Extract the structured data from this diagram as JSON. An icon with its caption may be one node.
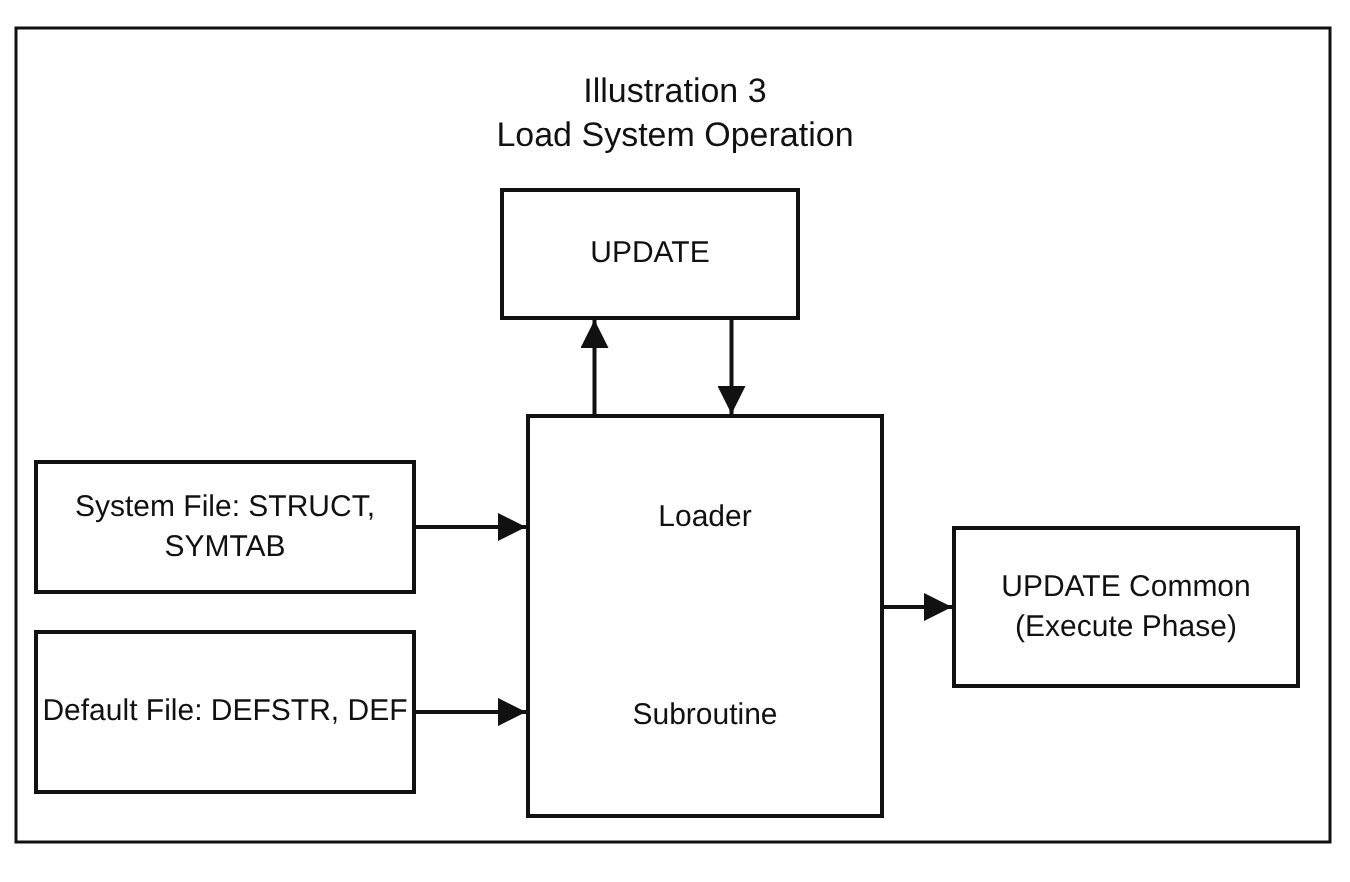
{
  "diagram": {
    "title": "Illustration 3",
    "nodes": [
      {
        "text": [
          "UPDATE"
        ]
      },
      {
        "text": [
          "System File: STRUCT, SYMTAB"
        ]
      },
      {
        "text": [
          "Loader",
          "Subroutine"
        ]
      },
      {
        "text": [
          "Default File: DEFSTR, DEF"
        ]
      },
      {
        "text": [
          "UPDATE Common (Execute Phase)"
        ]
      }
    ],
    "edges": [
      {
        "from": 2,
        "to": 0,
        "arrow": "to"
      },
      {
        "from": 0,
        "to": 2,
        "arrow": "to"
      },
      {
        "from": 1,
        "to": 2,
        "arrow": "to"
      },
      {
        "from": 3,
        "to": 2,
        "arrow": "to"
      },
      {
        "from": 2,
        "to": 4,
        "arrow": "to"
      }
    ],
    "labels": [
      "Load System Operation"
    ]
  }
}
